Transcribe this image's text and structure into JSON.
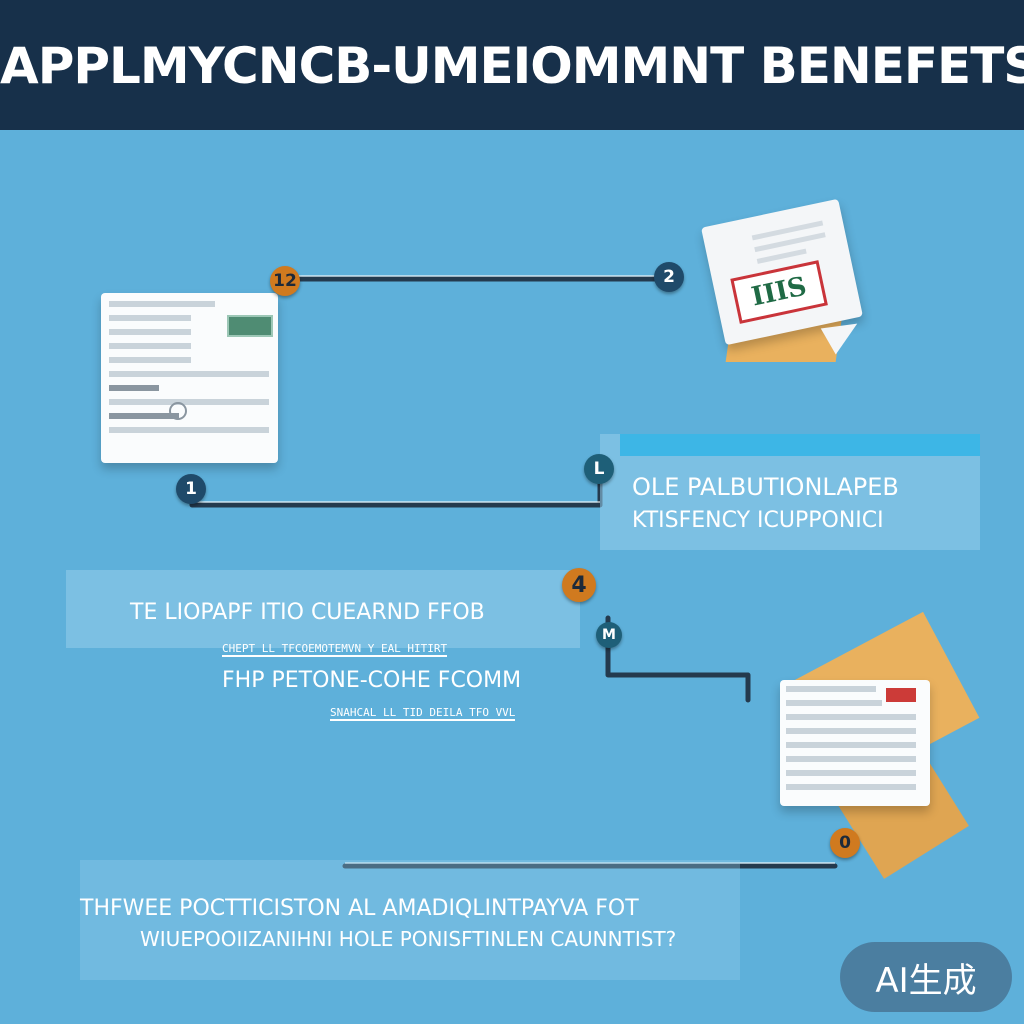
{
  "title": "APPLMYCNCB-UMEIOMMNT BENEFETS",
  "markers": {
    "m1": "12",
    "m2": "2",
    "m3": "1",
    "m4": "L",
    "m5": "4",
    "m6": "M",
    "m7": "0"
  },
  "steps": {
    "step1": {
      "line1": "OLE  PALBUTIONLAPEB",
      "line2": "KTISFENCY  ICUPPONICI"
    },
    "step2": {
      "line1": "TE  LIOPAPF  ITIO  CUEARND   FFOB",
      "fine1": "CHEPT LL TFCOEMOTEMVN Y EAL HITIRT",
      "line2": "FHP  PETONE-COHE FCOMM",
      "fine2": "SNAHCAL LL TID DEILA TFO VVL"
    },
    "step3": {
      "line1": "THFWEE  POCTTICISTON AL  AMADIQLINTPAYVA  FOT",
      "line2": "WIUEPOOIIZANIHNI HOLE PONISFTINLEN CAUNNTIST?"
    }
  },
  "document_card": {
    "stamp_text": "IIIS"
  },
  "badge": "AI生成"
}
